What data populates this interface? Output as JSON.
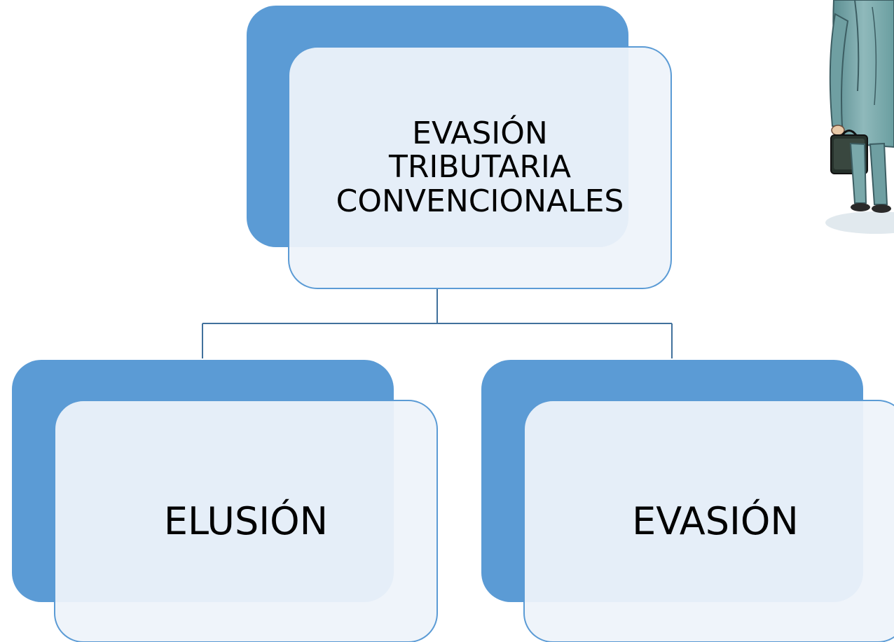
{
  "diagram": {
    "root": {
      "label": "EVASIÓN\nTRIBUTARIA\nCONVENCIONALES"
    },
    "children": [
      {
        "label": "ELUSIÓN"
      },
      {
        "label": "EVASIÓN"
      }
    ]
  },
  "colors": {
    "back_card": "#5b9bd5",
    "front_card": "#eef3fa",
    "connector": "#41719c"
  },
  "icons": {
    "clipart": "businessman-with-briefcase-icon"
  }
}
